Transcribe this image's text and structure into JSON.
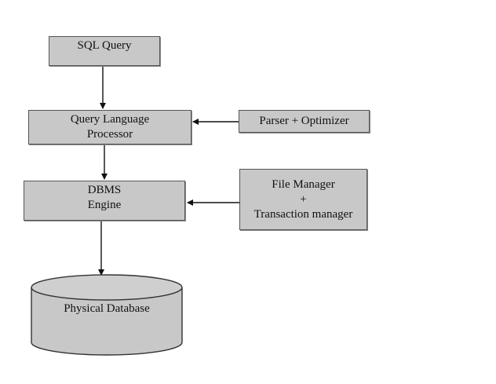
{
  "diagram": {
    "nodes": {
      "sql_query": {
        "label": "SQL Query"
      },
      "query_language_processor": {
        "line1": "Query Language",
        "line2": "Processor"
      },
      "parser_optimizer": {
        "label": "Parser + Optimizer"
      },
      "dbms_engine": {
        "line1": "DBMS",
        "line2": "Engine"
      },
      "file_transaction": {
        "line1": "File Manager",
        "line2": "+",
        "line3": "Transaction manager"
      },
      "physical_database": {
        "label": "Physical Database"
      }
    },
    "edges": [
      {
        "from": "sql_query",
        "to": "query_language_processor"
      },
      {
        "from": "parser_optimizer",
        "to": "query_language_processor"
      },
      {
        "from": "query_language_processor",
        "to": "dbms_engine"
      },
      {
        "from": "file_transaction",
        "to": "dbms_engine"
      },
      {
        "from": "dbms_engine",
        "to": "physical_database"
      }
    ],
    "colors": {
      "box_fill": "#c8c8c8",
      "stroke": "#333333",
      "background": "#ffffff"
    }
  }
}
